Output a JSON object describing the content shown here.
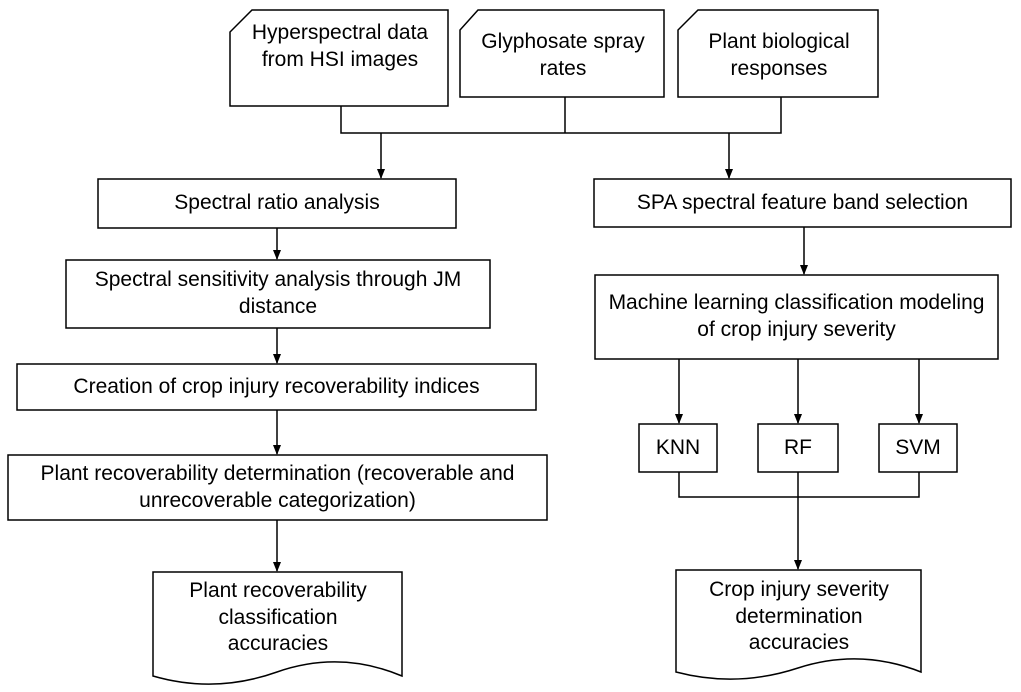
{
  "diagram": {
    "inputs": {
      "hyperspectral": "Hyperspectral data from HSI images",
      "spray_rates": "Glyphosate spray rates",
      "responses": "Plant biological responses"
    },
    "left_branch": {
      "ratio": "Spectral ratio analysis",
      "sensitivity": "Spectral sensitivity analysis through JM distance",
      "indices": "Creation of crop injury recoverability indices",
      "determination": "Plant recoverability determination (recoverable and unrecoverable categorization)",
      "output": "Plant recoverability classification accuracies"
    },
    "right_branch": {
      "spa": "SPA spectral feature band selection",
      "ml": "Machine learning classification modeling of crop injury severity",
      "knn": "KNN",
      "rf": "RF",
      "svm": "SVM",
      "output": "Crop injury severity determination accuracies"
    },
    "colors": {
      "stroke": "#000000",
      "fill": "#ffffff"
    }
  }
}
